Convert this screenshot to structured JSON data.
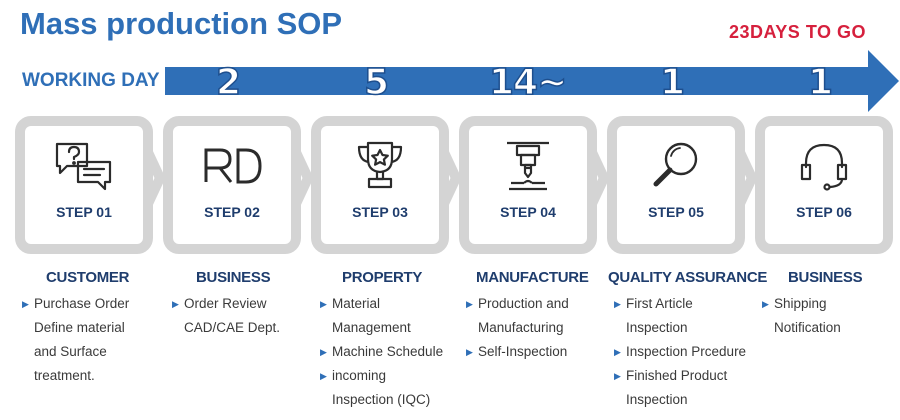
{
  "header": {
    "title": "Mass production SOP",
    "countdown": "23DAYS  TO  GO",
    "working_label": "WORKING DAY"
  },
  "days": [
    "2",
    "5",
    "14~",
    "1",
    "1"
  ],
  "colors": {
    "brand_blue": "#2f6fb7",
    "navy": "#1f3d6d",
    "red": "#d6203d",
    "box_gray": "#d4d4d4"
  },
  "steps": [
    {
      "label": "STEP 01",
      "icon": "question-chat-icon",
      "heading": "CUSTOMER",
      "items": [
        {
          "bullet": true,
          "text": "Purchase Order"
        },
        {
          "bullet": false,
          "text": "Define material"
        },
        {
          "bullet": false,
          "text": "and Surface"
        },
        {
          "bullet": false,
          "text": "treatment."
        }
      ]
    },
    {
      "label": "STEP 02",
      "icon": "rd-logo-icon",
      "logo_text": "RD",
      "heading": "BUSINESS",
      "items": [
        {
          "bullet": true,
          "text": "Order Review"
        },
        {
          "bullet": false,
          "text": "CAD/CAE Dept."
        }
      ]
    },
    {
      "label": "STEP 03",
      "icon": "trophy-icon",
      "heading": "PROPERTY",
      "items": [
        {
          "bullet": true,
          "text": "Material Management"
        },
        {
          "bullet": true,
          "text": "Machine Schedule"
        },
        {
          "bullet": true,
          "text": "incoming Inspection (IQC)"
        }
      ]
    },
    {
      "label": "STEP 04",
      "icon": "machining-icon",
      "heading": "MANUFACTURE",
      "items": [
        {
          "bullet": true,
          "text": "Production and Manufacturing"
        },
        {
          "bullet": true,
          "text": "Self-Inspection"
        }
      ]
    },
    {
      "label": "STEP 05",
      "icon": "magnifier-icon",
      "heading": "QUALITY ASSURANCE",
      "items": [
        {
          "bullet": true,
          "text": "First Article Inspection"
        },
        {
          "bullet": true,
          "text": "Inspection Prcedure"
        },
        {
          "bullet": true,
          "text": "Finished Product Inspection"
        }
      ]
    },
    {
      "label": "STEP 06",
      "icon": "headset-icon",
      "heading": "BUSINESS",
      "items": [
        {
          "bullet": true,
          "text": "Shipping Notification"
        }
      ]
    }
  ]
}
